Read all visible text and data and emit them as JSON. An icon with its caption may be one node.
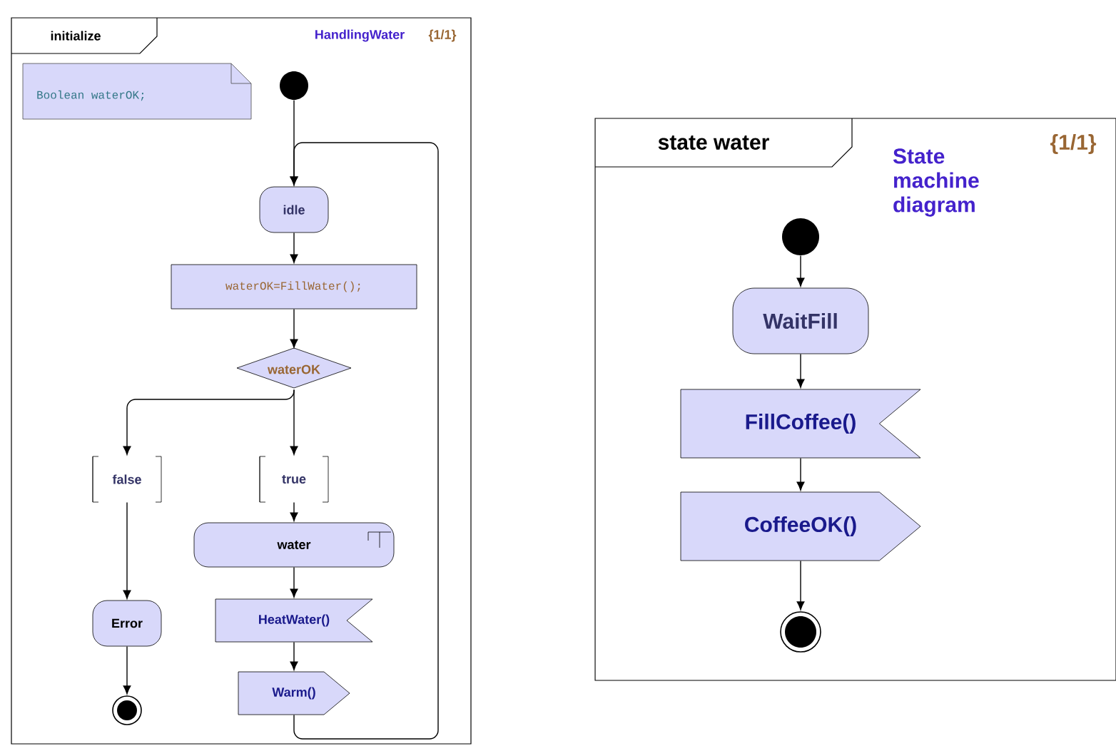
{
  "diagram": {
    "nodes": [
      {
        "text": [
          "initialize",
          "HandlingWater",
          "{1/1}"
        ]
      },
      {
        "text": [
          "Boolean waterOK;"
        ],
        "in": 0
      },
      {
        "text": [],
        "shape": "circle",
        "in": 0
      },
      {
        "text": [
          "idle"
        ],
        "in": 0
      },
      {
        "text": [
          "waterOK=FillWater();"
        ],
        "in": 0
      },
      {
        "text": [
          "waterOK"
        ],
        "in": 0
      },
      {
        "text": [
          "false"
        ],
        "in": 0
      },
      {
        "text": [
          "true"
        ],
        "in": 0
      },
      {
        "text": [
          "water"
        ],
        "in": 0
      },
      {
        "text": [
          "Error"
        ],
        "in": 0
      },
      {
        "text": [
          "HeatWater()"
        ],
        "in": 0
      },
      {
        "text": [],
        "shape": "circle",
        "in": 0
      },
      {
        "text": [
          "Warm()"
        ],
        "in": 0
      },
      {
        "text": [
          "state water",
          "State machine diagram",
          "{1/1}"
        ]
      },
      {
        "text": [],
        "shape": "circle",
        "in": 13
      },
      {
        "text": [
          "WaitFill"
        ],
        "in": 13
      },
      {
        "text": [
          "FillCoffee()"
        ],
        "in": 13
      },
      {
        "text": [
          "CoffeeOK()"
        ],
        "in": 13
      },
      {
        "text": [],
        "shape": "circle",
        "in": 13
      }
    ],
    "edges": [
      {
        "from": 2,
        "to": 3,
        "arrow": "to"
      },
      {
        "from": 3,
        "to": 4,
        "arrow": "to"
      },
      {
        "from": 4,
        "to": 5,
        "arrow": "to"
      },
      {
        "from": 5,
        "to": 6,
        "arrow": "to"
      },
      {
        "from": 5,
        "to": 7,
        "arrow": "to"
      },
      {
        "from": 6,
        "to": 9,
        "arrow": "to"
      },
      {
        "from": 9,
        "to": 11,
        "arrow": "to"
      },
      {
        "from": 7,
        "to": 8,
        "arrow": "to"
      },
      {
        "from": 8,
        "to": 10,
        "arrow": "to"
      },
      {
        "from": 10,
        "to": 12,
        "arrow": "to"
      },
      {
        "from": 12,
        "to": 3,
        "arrow": "to"
      },
      {
        "from": 14,
        "to": 15,
        "arrow": "to"
      },
      {
        "from": 15,
        "to": 16,
        "arrow": "to"
      },
      {
        "from": 16,
        "to": 17,
        "arrow": "to"
      },
      {
        "from": 17,
        "to": 18,
        "arrow": "to"
      }
    ]
  }
}
